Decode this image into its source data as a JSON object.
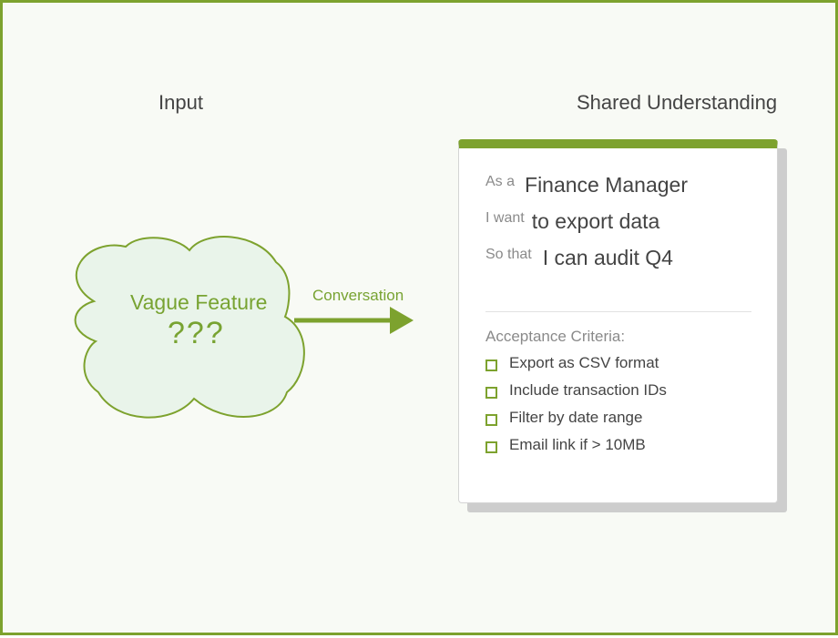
{
  "headings": {
    "input": "Input",
    "shared": "Shared Understanding"
  },
  "cloud": {
    "title": "Vague Feature",
    "marks": "???"
  },
  "arrow": {
    "label": "Conversation"
  },
  "card": {
    "story": [
      {
        "key": "As a",
        "value": "Finance Manager"
      },
      {
        "key": "I want",
        "value": "to export data"
      },
      {
        "key": "So that",
        "value": "I can audit Q4"
      }
    ],
    "criteria_heading": "Acceptance Criteria:",
    "criteria": [
      "Export as CSV format",
      "Include transaction IDs",
      "Filter by date range",
      "Email link if > 10MB"
    ]
  },
  "colors": {
    "accent": "#7da22e",
    "cloud_fill": "#e9f4ea",
    "text_green": "#78a332",
    "frame_background": "#f8faf5"
  }
}
